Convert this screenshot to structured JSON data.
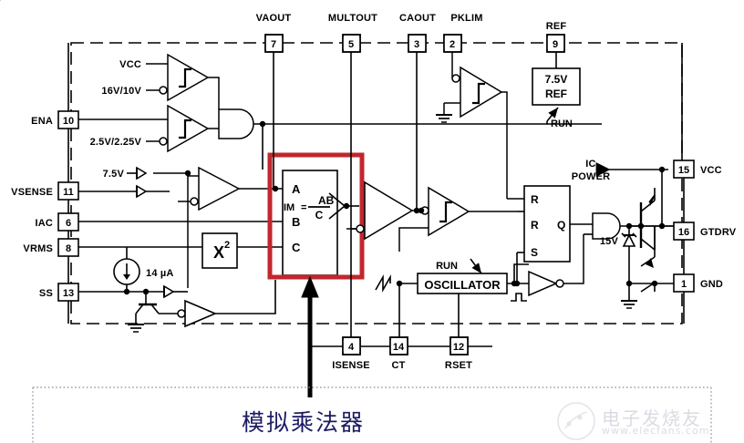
{
  "figure": {
    "kind": "ic-block-diagram",
    "annotation_cn": "模拟乘法器",
    "annotation_color": "#1b1b64"
  },
  "top_pins": [
    {
      "name": "VAOUT",
      "number": "7"
    },
    {
      "name": "MULTOUT",
      "number": "5"
    },
    {
      "name": "CAOUT",
      "number": "3"
    },
    {
      "name": "PKLIM",
      "number": "2"
    },
    {
      "name": "REF",
      "number": "9"
    }
  ],
  "left_pins": [
    {
      "name": "ENA",
      "number": "10"
    },
    {
      "name": "VSENSE",
      "number": "11"
    },
    {
      "name": "IAC",
      "number": "6"
    },
    {
      "name": "VRMS",
      "number": "8"
    },
    {
      "name": "SS",
      "number": "13"
    }
  ],
  "right_pins": [
    {
      "name": "VCC",
      "number": "15"
    },
    {
      "name": "GTDRV",
      "number": "16"
    },
    {
      "name": "GND",
      "number": "1"
    }
  ],
  "bottom_pins": [
    {
      "name": "ISENSE",
      "number": "4"
    },
    {
      "name": "CT",
      "number": "14"
    },
    {
      "name": "RSET",
      "number": "12"
    }
  ],
  "blocks": {
    "ref": {
      "line1": "7.5V",
      "line2": "REF"
    },
    "oscillator": "OSCILLATOR",
    "squarer": "X",
    "squarer_exp": "2",
    "multiplier": {
      "input_a": "A",
      "input_b": "B",
      "input_c": "C",
      "equation_lhs": "IM",
      "equation_eq": "=",
      "equation_num": "AB",
      "equation_den": "C"
    },
    "latch": {
      "r1": "R",
      "r2": "R",
      "s": "S",
      "q": "Q"
    }
  },
  "annotations": {
    "vcc_thresh_label": "VCC",
    "vcc_thresh_value": "16V/10V",
    "ena_thresh_value": "2.5V/2.25V",
    "vsense_clamp": "7.5V",
    "ss_current": "14 µA",
    "run_ref": "RUN",
    "run_osc": "RUN",
    "ic_power_line1": "IC",
    "ic_power_line2": "POWER",
    "zener": "15V"
  },
  "watermark": {
    "text_cn": "电子发烧友",
    "url": "www.elecfans.com"
  }
}
